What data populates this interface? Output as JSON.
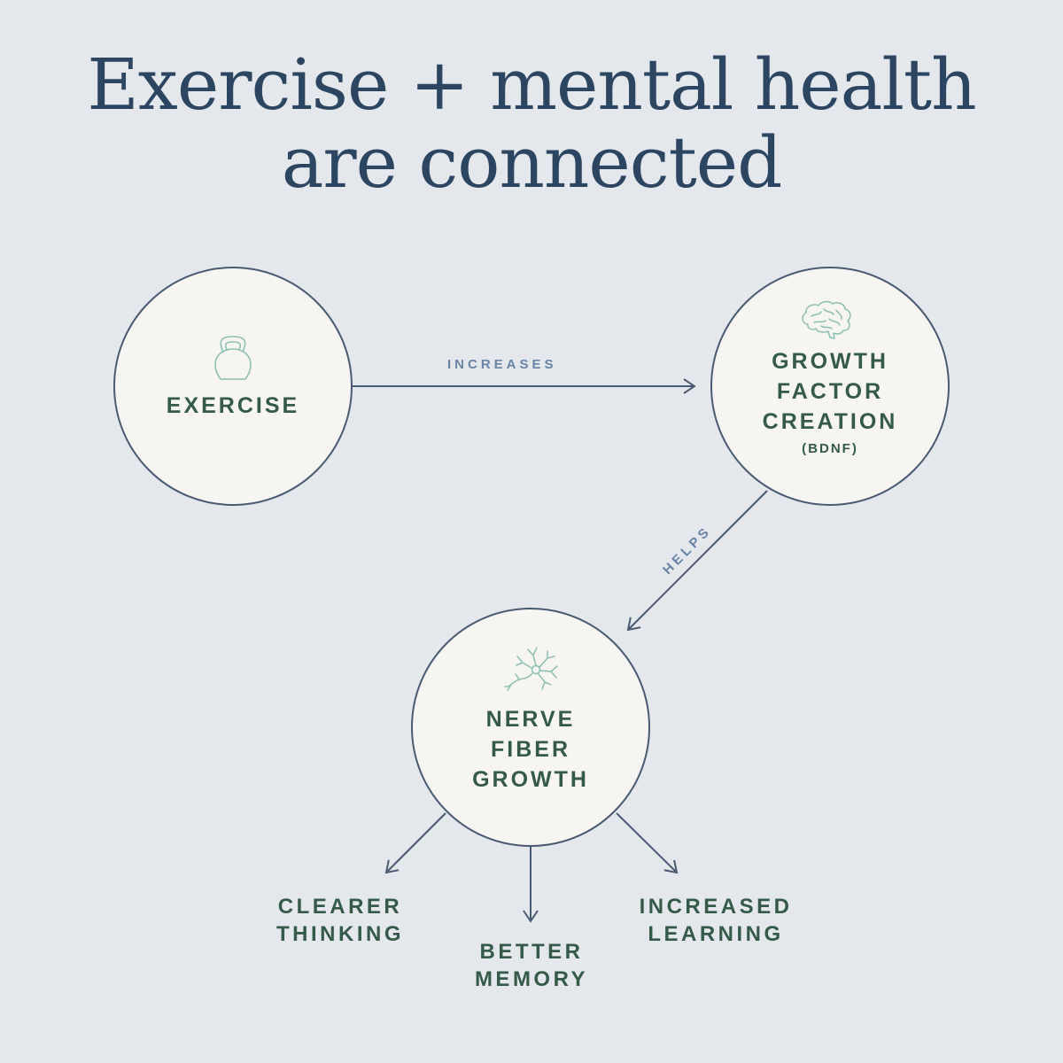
{
  "title": {
    "line1": "Exercise + mental health",
    "line2": "are connected"
  },
  "nodes": {
    "exercise": {
      "label": "EXERCISE",
      "icon": "kettlebell-icon"
    },
    "growth_factor": {
      "line1": "GROWTH",
      "line2": "FACTOR",
      "line3": "CREATION",
      "sub": "(BDNF)",
      "icon": "brain-icon"
    },
    "nerve_fiber": {
      "line1": "NERVE",
      "line2": "FIBER",
      "line3": "GROWTH",
      "icon": "neuron-icon"
    }
  },
  "edges": {
    "increases": "INCREASES",
    "helps": "HELPS"
  },
  "outcomes": {
    "clearer": {
      "line1": "CLEARER",
      "line2": "THINKING"
    },
    "better": {
      "line1": "BETTER",
      "line2": "MEMORY"
    },
    "increased": {
      "line1": "INCREASED",
      "line2": "LEARNING"
    }
  },
  "colors": {
    "background": "#e4e8ec",
    "title": "#2c4662",
    "circle_fill": "#f6f5f2",
    "circle_stroke": "#4a5a72",
    "node_text": "#355a4a",
    "edge_label": "#6a84a6",
    "icon": "#8fbfb0"
  }
}
